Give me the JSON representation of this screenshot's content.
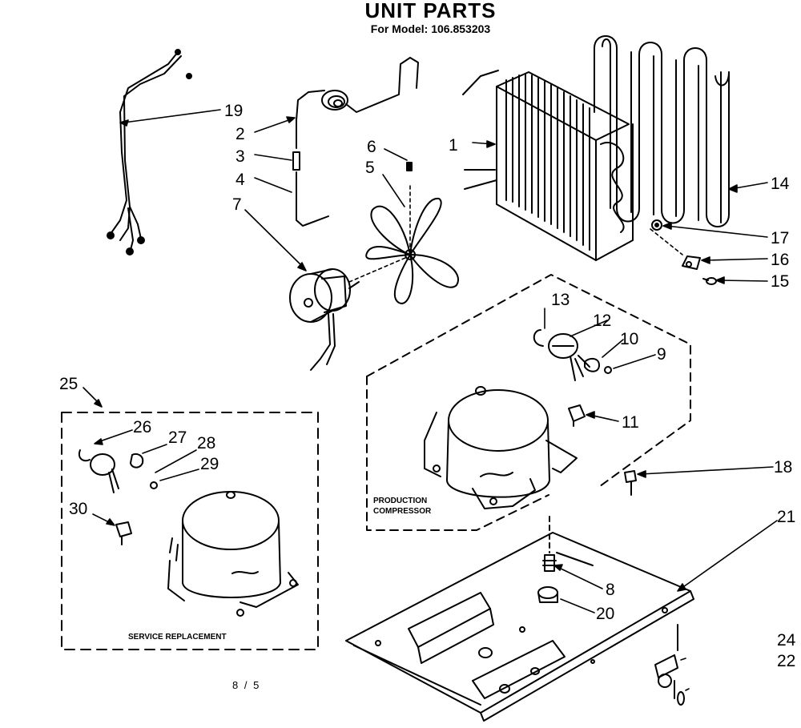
{
  "title": "UNIT PARTS",
  "subtitle": "For Model: 106.853203",
  "footer": "8 / 5",
  "boxes": {
    "production": [
      "PRODUCTION",
      "COMPRESSOR"
    ],
    "service": "SERVICE REPLACEMENT"
  },
  "callouts": [
    "1",
    "2",
    "3",
    "4",
    "5",
    "6",
    "7",
    "8",
    "9",
    "10",
    "11",
    "12",
    "13",
    "14",
    "15",
    "16",
    "17",
    "18",
    "19",
    "20",
    "21",
    "22",
    "24",
    "25",
    "26",
    "27",
    "28",
    "29",
    "30"
  ]
}
